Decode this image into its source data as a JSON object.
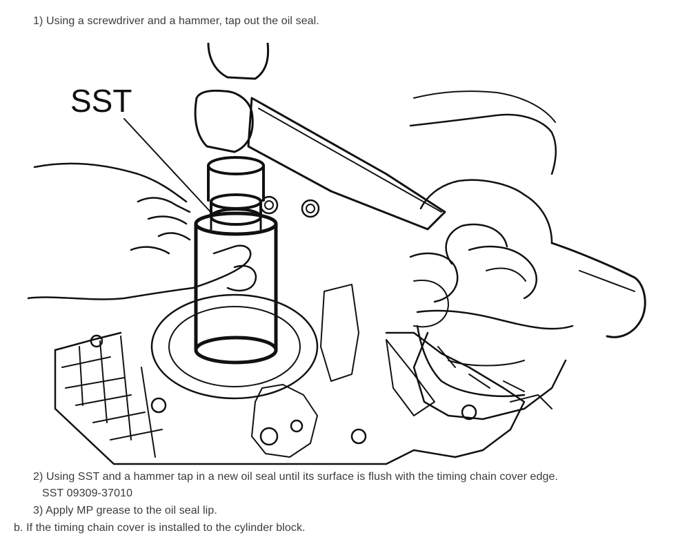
{
  "steps": {
    "step1": "1) Using a screwdriver and a hammer, tap out the oil seal.",
    "step2": "2) Using SST and a hammer tap in a new oil seal until its surface is flush with the timing chain cover edge.",
    "sst_code": "SST 09309-37010",
    "step3": "3) Apply MP grease to the oil seal lip.",
    "step_b": "b. If the timing chain cover is installed to the cylinder block."
  },
  "figure": {
    "callout": "SST",
    "stroke_color": "#111111"
  }
}
